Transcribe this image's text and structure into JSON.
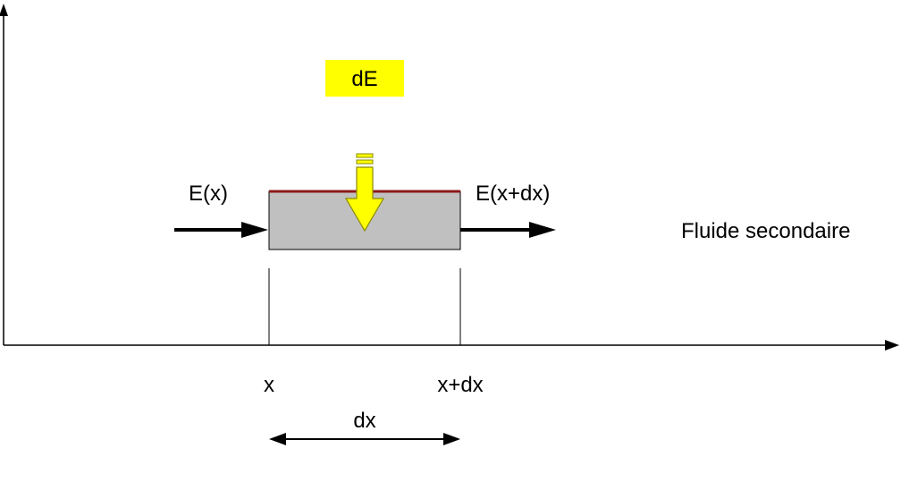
{
  "labels": {
    "energy_in": "E(x)",
    "energy_out": "E(x+dx)",
    "energy_added": "dE",
    "fluid": "Fluide secondaire",
    "x_left": "x",
    "x_right": "x+dx",
    "width": "dx"
  },
  "colors": {
    "axis": "#000000",
    "element_fill": "#c0c0c0",
    "element_top_edge": "#8b1a1a",
    "heat_arrow_fill": "#ffff00",
    "heat_arrow_stroke": "#8a8a00",
    "label_highlight": "#ffff00"
  },
  "icons": {
    "flow_in": "arrow-right-icon",
    "flow_out": "arrow-right-icon",
    "heat_input": "arrow-down-icon",
    "width_span": "double-headed-arrow-icon"
  }
}
